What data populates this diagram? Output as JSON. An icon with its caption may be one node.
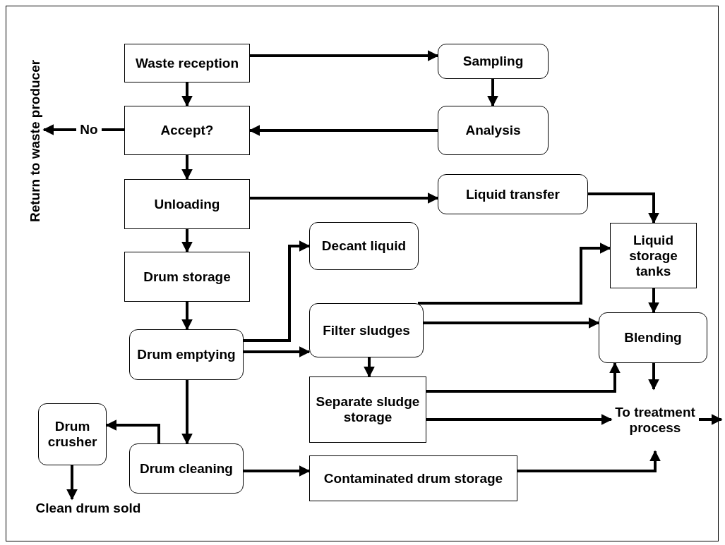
{
  "diagram": {
    "nodes": [
      {
        "text": [
          "Waste reception"
        ]
      },
      {
        "text": [
          "Sampling"
        ]
      },
      {
        "text": [
          "Accept?"
        ]
      },
      {
        "text": [
          "Analysis"
        ]
      },
      {
        "text": [
          "No"
        ]
      },
      {
        "text": [
          "Return to waste producer"
        ]
      },
      {
        "text": [
          "Unloading"
        ]
      },
      {
        "text": [
          "Liquid transfer"
        ]
      },
      {
        "text": [
          "Drum storage"
        ]
      },
      {
        "text": [
          "Decant liquid"
        ]
      },
      {
        "text": [
          "Liquid storage tanks"
        ]
      },
      {
        "text": [
          "Drum emptying"
        ]
      },
      {
        "text": [
          "Filter sludges"
        ]
      },
      {
        "text": [
          "Blending"
        ]
      },
      {
        "text": [
          "Separate sludge storage"
        ]
      },
      {
        "text": [
          "To treatment process"
        ]
      },
      {
        "text": [
          "Drum crusher"
        ]
      },
      {
        "text": [
          "Drum cleaning"
        ]
      },
      {
        "text": [
          "Contaminated drum storage"
        ]
      },
      {
        "text": [
          "Clean drum sold"
        ]
      }
    ],
    "edges": [
      {
        "from": 0,
        "to": 1,
        "arrow": "to"
      },
      {
        "from": 0,
        "to": 2,
        "arrow": "to"
      },
      {
        "from": 1,
        "to": 3,
        "arrow": "to"
      },
      {
        "from": 3,
        "to": 2,
        "arrow": "to"
      },
      {
        "from": 2,
        "to": 4,
        "arrow": "none"
      },
      {
        "from": 4,
        "to": 5,
        "arrow": "to"
      },
      {
        "from": 2,
        "to": 6,
        "arrow": "to"
      },
      {
        "from": 6,
        "to": 7,
        "arrow": "to"
      },
      {
        "from": 7,
        "to": 10,
        "arrow": "to"
      },
      {
        "from": 6,
        "to": 8,
        "arrow": "to"
      },
      {
        "from": 8,
        "to": 11,
        "arrow": "to"
      },
      {
        "from": 11,
        "to": 9,
        "arrow": "to"
      },
      {
        "from": 11,
        "to": 12,
        "arrow": "to"
      },
      {
        "from": 12,
        "to": 10,
        "arrow": "to"
      },
      {
        "from": 12,
        "to": 13,
        "arrow": "to"
      },
      {
        "from": 12,
        "to": 14,
        "arrow": "to"
      },
      {
        "from": 10,
        "to": 13,
        "arrow": "to"
      },
      {
        "from": 13,
        "to": 15,
        "arrow": "to"
      },
      {
        "from": 14,
        "to": 13,
        "arrow": "to"
      },
      {
        "from": 14,
        "to": 15,
        "arrow": "to"
      },
      {
        "from": 11,
        "to": 17,
        "arrow": "to"
      },
      {
        "from": 17,
        "to": 16,
        "arrow": "to"
      },
      {
        "from": 16,
        "to": 19,
        "arrow": "to"
      },
      {
        "from": 17,
        "to": 18,
        "arrow": "to"
      },
      {
        "from": 18,
        "to": 15,
        "arrow": "to"
      },
      {
        "from": 15,
        "to": null,
        "arrow": "to"
      }
    ]
  }
}
